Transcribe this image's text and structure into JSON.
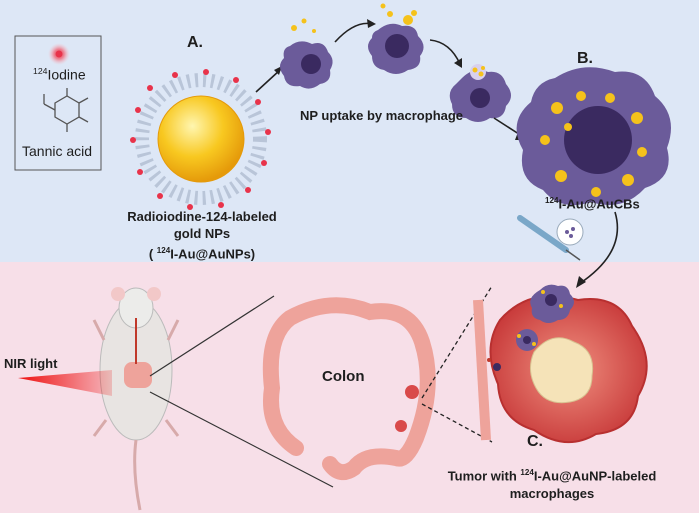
{
  "legend": {
    "iodine_sup": "124",
    "iodine_label": "Iodine",
    "tannic_label": "Tannic acid"
  },
  "panels": {
    "a": "A.",
    "b": "B.",
    "c": "C."
  },
  "captions": {
    "np_line1": "Radioiodine-124-labeled",
    "np_line2": "gold NPs",
    "np_line3_open": "( ",
    "np_line3_sup": "124",
    "np_line3_rest": "I-Au@AuNPs)",
    "uptake": "NP uptake by macrophage",
    "aucb_sup": "124",
    "aucb_rest": "I-Au@AuCBs",
    "colon": "Colon",
    "nir": "NIR light",
    "tumor_pre": "Tumor with ",
    "tumor_sup": "124",
    "tumor_rest": "I-Au@AuNP-labeled",
    "tumor_line2": "macrophages"
  },
  "colors": {
    "top_bg": "#dde7f6",
    "bottom_bg": "#f7dfe8",
    "macrophage": "#6b5b9a",
    "nucleus": "#3a2a60",
    "gold": "#f5c21b",
    "iodine_red": "#e8334a",
    "colon": "#eea39b",
    "tumor": "#d94a4a"
  },
  "icons": {
    "iodine": "radioactive-dot-icon",
    "syringe": "syringe-icon",
    "arrow": "arrow-icon"
  }
}
